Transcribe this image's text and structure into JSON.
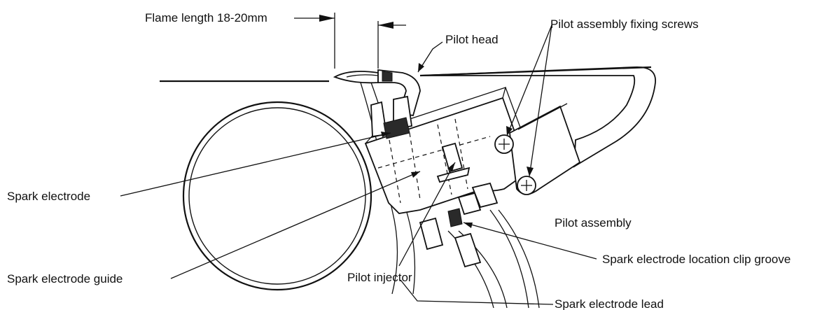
{
  "labels": {
    "flame_length": "Flame length 18-20mm",
    "pilot_head": "Pilot head",
    "fixing_screws": "Pilot assembly fixing screws",
    "spark_electrode": "Spark electrode",
    "pilot_assembly": "Pilot assembly",
    "spark_electrode_guide": "Spark electrode guide",
    "pilot_injector": "Pilot injector",
    "location_clip_groove": "Spark electrode location clip groove",
    "spark_electrode_lead": "Spark electrode lead"
  }
}
